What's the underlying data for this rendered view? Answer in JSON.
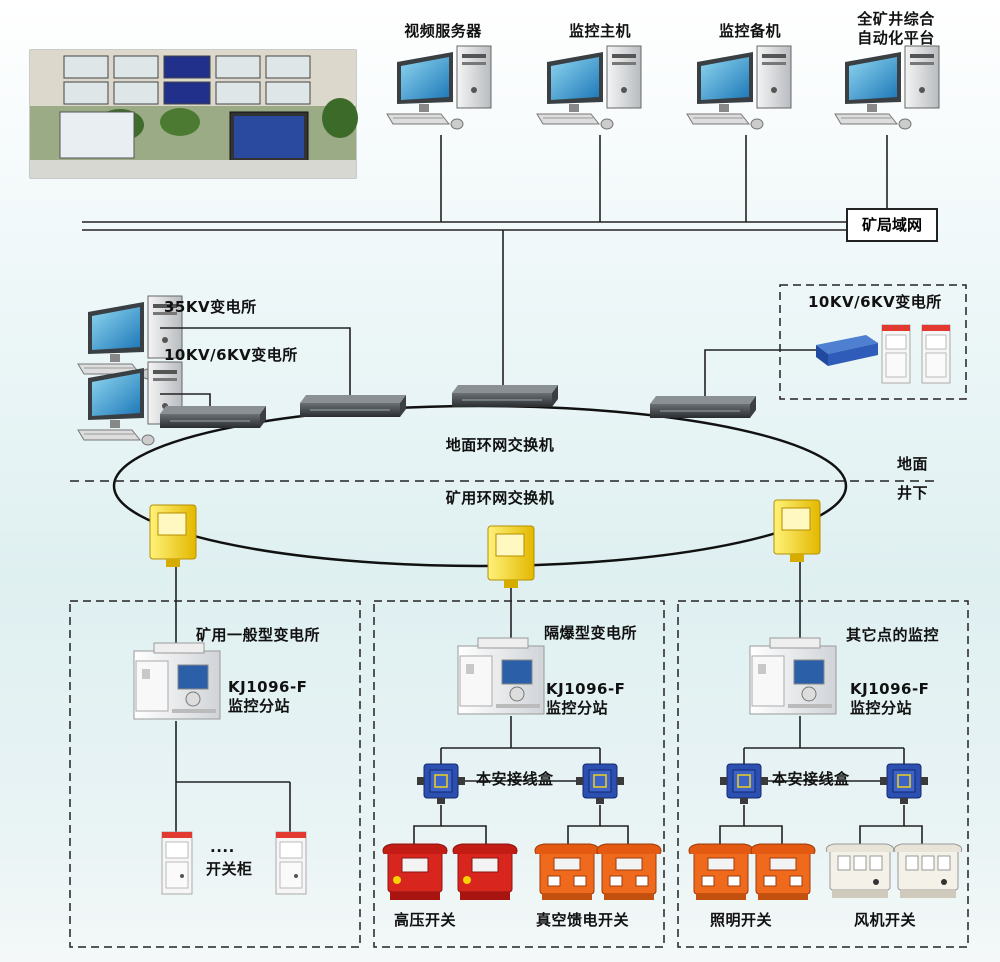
{
  "top_computers": [
    {
      "label": "视频服务器"
    },
    {
      "label": "监控主机"
    },
    {
      "label": "监控备机"
    },
    {
      "label": "全矿井综合\n自动化平台"
    }
  ],
  "lan_label": "矿局域网",
  "substations_surface": {
    "s35": "35KV变电所",
    "s10": "10KV/6KV变电所",
    "right": "10KV/6KV变电所"
  },
  "ring": {
    "surface_label": "地面环网交换机",
    "mine_label": "矿用环网交换机"
  },
  "zone": {
    "surface": "地面",
    "underground": "井下"
  },
  "panels": [
    {
      "title": "矿用一般型变电所",
      "station": "KJ1096-F\n监控分站",
      "switch_label": "开关柜",
      "dots": "...."
    },
    {
      "title": "隔爆型变电所",
      "station": "KJ1096-F\n监控分站",
      "junction": "本安接线盒",
      "left": "高压开关",
      "right": "真空馈电开关"
    },
    {
      "title": "其它点的监控",
      "station": "KJ1096-F\n监控分站",
      "junction": "本安接线盒",
      "left": "照明开关",
      "right": "风机开关"
    }
  ],
  "colors": {
    "line": "#222222",
    "red_switch": "#d8261e",
    "orange_switch": "#f06a1e",
    "junction": "#2346a8",
    "yellow_switch": "#f2d21a"
  }
}
